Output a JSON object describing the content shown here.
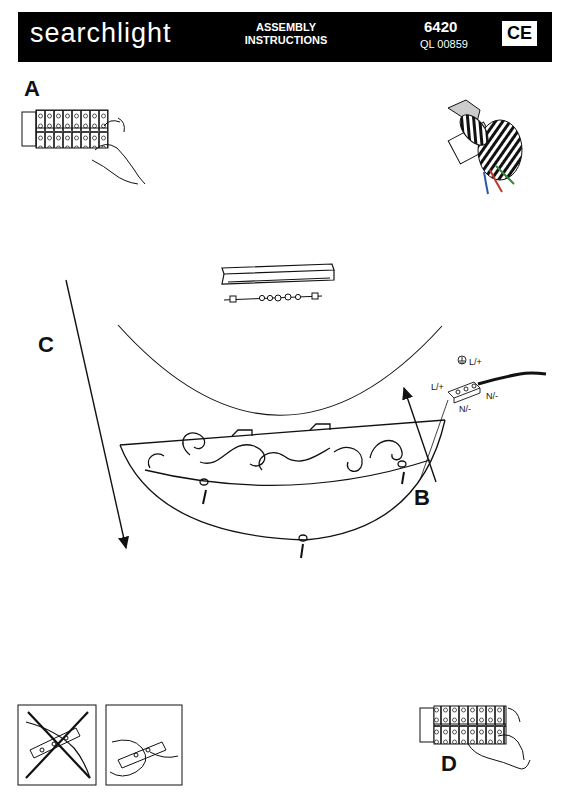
{
  "diagram": {
    "nodes": [
      {
        "text": [
          "searchlight",
          "ASSEMBLY INSTRUCTIONS",
          "6420",
          "QL 00859"
        ]
      },
      {
        "text": [
          "CE"
        ],
        "in": 0
      }
    ],
    "labels": [
      "A",
      "C",
      "B",
      "D",
      "L/+",
      "L/+",
      "N/-",
      "N/-"
    ]
  }
}
